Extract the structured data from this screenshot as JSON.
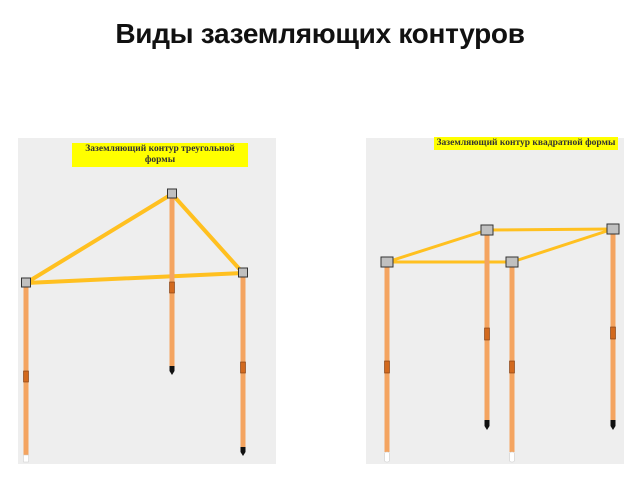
{
  "title": "Виды заземляющих контуров",
  "diagrams": [
    {
      "label": "Заземляющий контур треугольной формы"
    },
    {
      "label": "Заземляющий контур квадратной формы"
    }
  ],
  "colors": {
    "rod": "#f4a460",
    "connector": "#ffc020",
    "clamp": "#d2691e",
    "rod_top": "#c0c0c0",
    "label_bg": "#ffff00"
  }
}
